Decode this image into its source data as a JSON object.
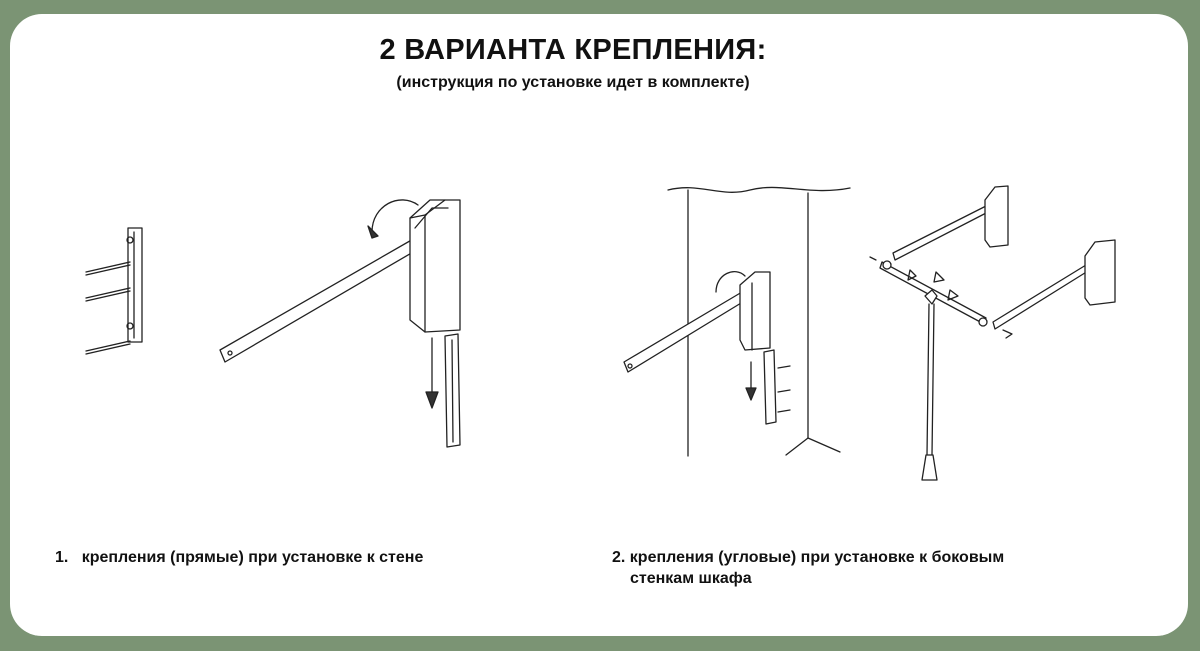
{
  "header": {
    "title": "2 ВАРИАНТА КРЕПЛЕНИЯ:",
    "subtitle": "(инструкция по установке идет в комплекте)"
  },
  "variants": [
    {
      "number": "1.",
      "caption": "крепления (прямые) при установке к стене"
    },
    {
      "number": "2.",
      "caption_line1": "крепления (угловые) при установке к боковым",
      "caption_line2": "стенкам шкафа"
    }
  ],
  "colors": {
    "background": "#7b9474",
    "card": "#ffffff",
    "text": "#111111"
  }
}
